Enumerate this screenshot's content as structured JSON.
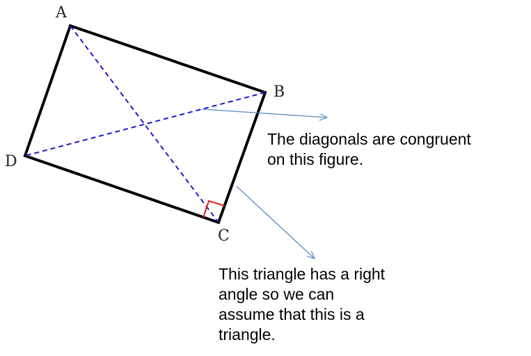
{
  "vertices": {
    "a": "A",
    "b": "B",
    "c": "C",
    "d": "D"
  },
  "notes": {
    "diagonals": [
      "The diagonals are congruent",
      "on this figure."
    ],
    "triangle": [
      "This triangle has a right",
      "angle so we can",
      "assume that this is a",
      "triangle."
    ]
  },
  "colors": {
    "sides": "#000000",
    "diagonals": "#1a1acc",
    "right_angle": "#e02020",
    "arrows": "#5b8bc4"
  }
}
